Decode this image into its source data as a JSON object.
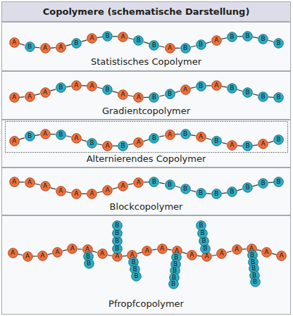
{
  "diagram": {
    "title": "Copolymere (schematische Darstellung)",
    "nodes": [
      {
        "text": [
          "Statistisches Copolymer"
        ]
      },
      {
        "text": [
          "A"
        ],
        "in": 0
      },
      {
        "text": [
          "B"
        ],
        "in": 0
      },
      {
        "text": [
          "A"
        ],
        "in": 0
      },
      {
        "text": [
          "A"
        ],
        "in": 0
      },
      {
        "text": [
          "B"
        ],
        "in": 0
      },
      {
        "text": [
          "A"
        ],
        "in": 0
      },
      {
        "text": [
          "B"
        ],
        "in": 0
      },
      {
        "text": [
          "A"
        ],
        "in": 0
      },
      {
        "text": [
          "B"
        ],
        "in": 0
      },
      {
        "text": [
          "B"
        ],
        "in": 0
      },
      {
        "text": [
          "A"
        ],
        "in": 0
      },
      {
        "text": [
          "B"
        ],
        "in": 0
      },
      {
        "text": [
          "B"
        ],
        "in": 0
      },
      {
        "text": [
          "A"
        ],
        "in": 0
      },
      {
        "text": [
          "B"
        ],
        "in": 0
      },
      {
        "text": [
          "B"
        ],
        "in": 0
      },
      {
        "text": [
          "B"
        ],
        "in": 0
      },
      {
        "text": [
          "B"
        ],
        "in": 0
      },
      {
        "text": [
          "Gradientcopolymer"
        ]
      },
      {
        "text": [
          "A"
        ],
        "in": 19
      },
      {
        "text": [
          "A"
        ],
        "in": 19
      },
      {
        "text": [
          "A"
        ],
        "in": 19
      },
      {
        "text": [
          "B"
        ],
        "in": 19
      },
      {
        "text": [
          "A"
        ],
        "in": 19
      },
      {
        "text": [
          "A"
        ],
        "in": 19
      },
      {
        "text": [
          "B"
        ],
        "in": 19
      },
      {
        "text": [
          "A"
        ],
        "in": 19
      },
      {
        "text": [
          "A"
        ],
        "in": 19
      },
      {
        "text": [
          "B"
        ],
        "in": 19
      },
      {
        "text": [
          "B"
        ],
        "in": 19
      },
      {
        "text": [
          "A"
        ],
        "in": 19
      },
      {
        "text": [
          "B"
        ],
        "in": 19
      },
      {
        "text": [
          "A"
        ],
        "in": 19
      },
      {
        "text": [
          "B"
        ],
        "in": 19
      },
      {
        "text": [
          "B"
        ],
        "in": 19
      },
      {
        "text": [
          "B"
        ],
        "in": 19
      },
      {
        "text": [
          "B"
        ],
        "in": 19
      },
      {
        "text": [
          "Alternierendes Copolymer"
        ]
      },
      {
        "text": [
          "A"
        ],
        "in": 38
      },
      {
        "text": [
          "B"
        ],
        "in": 38
      },
      {
        "text": [
          "A"
        ],
        "in": 38
      },
      {
        "text": [
          "B"
        ],
        "in": 38
      },
      {
        "text": [
          "A"
        ],
        "in": 38
      },
      {
        "text": [
          "B"
        ],
        "in": 38
      },
      {
        "text": [
          "A"
        ],
        "in": 38
      },
      {
        "text": [
          "B"
        ],
        "in": 38
      },
      {
        "text": [
          "A"
        ],
        "in": 38
      },
      {
        "text": [
          "B"
        ],
        "in": 38
      },
      {
        "text": [
          "A"
        ],
        "in": 38
      },
      {
        "text": [
          "B"
        ],
        "in": 38
      },
      {
        "text": [
          "A"
        ],
        "in": 38
      },
      {
        "text": [
          "B"
        ],
        "in": 38
      },
      {
        "text": [
          "A"
        ],
        "in": 38
      },
      {
        "text": [
          "B"
        ],
        "in": 38
      },
      {
        "text": [
          "A"
        ],
        "in": 38
      },
      {
        "text": [
          "B"
        ],
        "in": 38
      },
      {
        "text": [
          "Blockcopolymer"
        ]
      },
      {
        "text": [
          "A"
        ],
        "in": 57
      },
      {
        "text": [
          "A"
        ],
        "in": 57
      },
      {
        "text": [
          "A"
        ],
        "in": 57
      },
      {
        "text": [
          "A"
        ],
        "in": 57
      },
      {
        "text": [
          "A"
        ],
        "in": 57
      },
      {
        "text": [
          "A"
        ],
        "in": 57
      },
      {
        "text": [
          "A"
        ],
        "in": 57
      },
      {
        "text": [
          "A"
        ],
        "in": 57
      },
      {
        "text": [
          "A"
        ],
        "in": 57
      },
      {
        "text": [
          "B"
        ],
        "in": 57
      },
      {
        "text": [
          "B"
        ],
        "in": 57
      },
      {
        "text": [
          "B"
        ],
        "in": 57
      },
      {
        "text": [
          "B"
        ],
        "in": 57
      },
      {
        "text": [
          "B"
        ],
        "in": 57
      },
      {
        "text": [
          "B"
        ],
        "in": 57
      },
      {
        "text": [
          "B"
        ],
        "in": 57
      },
      {
        "text": [
          "B"
        ],
        "in": 57
      },
      {
        "text": [
          "B"
        ],
        "in": 57
      },
      {
        "text": [
          "Pfropfcopolymer"
        ]
      },
      {
        "text": [
          "A"
        ],
        "in": 76
      },
      {
        "text": [
          "A"
        ],
        "in": 76
      },
      {
        "text": [
          "A"
        ],
        "in": 76
      },
      {
        "text": [
          "A"
        ],
        "in": 76
      },
      {
        "text": [
          "A"
        ],
        "in": 76
      },
      {
        "text": [
          "A"
        ],
        "in": 76
      },
      {
        "text": [
          "A"
        ],
        "in": 76
      },
      {
        "text": [
          "A"
        ],
        "in": 76
      },
      {
        "text": [
          "A"
        ],
        "in": 76
      },
      {
        "text": [
          "A"
        ],
        "in": 76
      },
      {
        "text": [
          "A"
        ],
        "in": 76
      },
      {
        "text": [
          "A"
        ],
        "in": 76
      },
      {
        "text": [
          "A"
        ],
        "in": 76
      },
      {
        "text": [
          "A"
        ],
        "in": 76
      },
      {
        "text": [
          "A"
        ],
        "in": 76
      },
      {
        "text": [
          "A"
        ],
        "in": 76
      },
      {
        "text": [
          "A"
        ],
        "in": 76
      },
      {
        "text": [
          "A"
        ],
        "in": 76
      },
      {
        "text": [
          "A"
        ],
        "in": 76
      },
      {
        "text": [
          "B"
        ],
        "in": 76
      },
      {
        "text": [
          "B"
        ],
        "in": 76
      },
      {
        "text": [
          "B"
        ],
        "in": 76
      },
      {
        "text": [
          "B"
        ],
        "in": 76
      },
      {
        "text": [
          "B"
        ],
        "in": 76
      },
      {
        "text": [
          "B"
        ],
        "in": 76
      },
      {
        "text": [
          "B"
        ],
        "in": 76
      },
      {
        "text": [
          "B"
        ],
        "in": 76
      },
      {
        "text": [
          "B"
        ],
        "in": 76
      },
      {
        "text": [
          "B"
        ],
        "in": 76
      },
      {
        "text": [
          "B"
        ],
        "in": 76
      },
      {
        "text": [
          "B"
        ],
        "in": 76
      },
      {
        "text": [
          "B"
        ],
        "in": 76
      },
      {
        "text": [
          "B"
        ],
        "in": 76
      },
      {
        "text": [
          "B"
        ],
        "in": 76
      },
      {
        "text": [
          "B"
        ],
        "in": 76
      },
      {
        "text": [
          "B"
        ],
        "in": 76
      },
      {
        "text": [
          "B"
        ],
        "in": 76
      },
      {
        "text": [
          "B"
        ],
        "in": 76
      },
      {
        "text": [
          "B"
        ],
        "in": 76
      },
      {
        "text": [
          "B"
        ],
        "in": 76
      },
      {
        "text": [
          "B"
        ],
        "in": 76
      },
      {
        "text": [
          "B"
        ],
        "in": 76
      }
    ],
    "edges": [
      {
        "from": 1,
        "to": 2,
        "arrow": "none"
      },
      {
        "from": 2,
        "to": 3,
        "arrow": "none"
      },
      {
        "from": 3,
        "to": 4,
        "arrow": "none"
      },
      {
        "from": 4,
        "to": 5,
        "arrow": "none"
      },
      {
        "from": 5,
        "to": 6,
        "arrow": "none"
      },
      {
        "from": 6,
        "to": 7,
        "arrow": "none"
      },
      {
        "from": 7,
        "to": 8,
        "arrow": "none"
      },
      {
        "from": 8,
        "to": 9,
        "arrow": "none"
      },
      {
        "from": 9,
        "to": 10,
        "arrow": "none"
      },
      {
        "from": 10,
        "to": 11,
        "arrow": "none"
      },
      {
        "from": 11,
        "to": 12,
        "arrow": "none"
      },
      {
        "from": 12,
        "to": 13,
        "arrow": "none"
      },
      {
        "from": 13,
        "to": 14,
        "arrow": "none"
      },
      {
        "from": 14,
        "to": 15,
        "arrow": "none"
      },
      {
        "from": 15,
        "to": 16,
        "arrow": "none"
      },
      {
        "from": 16,
        "to": 17,
        "arrow": "none"
      },
      {
        "from": 17,
        "to": 18,
        "arrow": "none"
      },
      {
        "from": 20,
        "to": 21,
        "arrow": "none"
      },
      {
        "from": 21,
        "to": 22,
        "arrow": "none"
      },
      {
        "from": 22,
        "to": 23,
        "arrow": "none"
      },
      {
        "from": 23,
        "to": 24,
        "arrow": "none"
      },
      {
        "from": 24,
        "to": 25,
        "arrow": "none"
      },
      {
        "from": 25,
        "to": 26,
        "arrow": "none"
      },
      {
        "from": 26,
        "to": 27,
        "arrow": "none"
      },
      {
        "from": 27,
        "to": 28,
        "arrow": "none"
      },
      {
        "from": 28,
        "to": 29,
        "arrow": "none"
      },
      {
        "from": 29,
        "to": 30,
        "arrow": "none"
      },
      {
        "from": 30,
        "to": 31,
        "arrow": "none"
      },
      {
        "from": 31,
        "to": 32,
        "arrow": "none"
      },
      {
        "from": 32,
        "to": 33,
        "arrow": "none"
      },
      {
        "from": 33,
        "to": 34,
        "arrow": "none"
      },
      {
        "from": 34,
        "to": 35,
        "arrow": "none"
      },
      {
        "from": 35,
        "to": 36,
        "arrow": "none"
      },
      {
        "from": 36,
        "to": 37,
        "arrow": "none"
      },
      {
        "from": 39,
        "to": 40,
        "arrow": "none"
      },
      {
        "from": 40,
        "to": 41,
        "arrow": "none"
      },
      {
        "from": 41,
        "to": 42,
        "arrow": "none"
      },
      {
        "from": 42,
        "to": 43,
        "arrow": "none"
      },
      {
        "from": 43,
        "to": 44,
        "arrow": "none"
      },
      {
        "from": 44,
        "to": 45,
        "arrow": "none"
      },
      {
        "from": 45,
        "to": 46,
        "arrow": "none"
      },
      {
        "from": 46,
        "to": 47,
        "arrow": "none"
      },
      {
        "from": 47,
        "to": 48,
        "arrow": "none"
      },
      {
        "from": 48,
        "to": 49,
        "arrow": "none"
      },
      {
        "from": 49,
        "to": 50,
        "arrow": "none"
      },
      {
        "from": 50,
        "to": 51,
        "arrow": "none"
      },
      {
        "from": 51,
        "to": 52,
        "arrow": "none"
      },
      {
        "from": 52,
        "to": 53,
        "arrow": "none"
      },
      {
        "from": 53,
        "to": 54,
        "arrow": "none"
      },
      {
        "from": 54,
        "to": 55,
        "arrow": "none"
      },
      {
        "from": 55,
        "to": 56,
        "arrow": "none"
      },
      {
        "from": 58,
        "to": 59,
        "arrow": "none"
      },
      {
        "from": 59,
        "to": 60,
        "arrow": "none"
      },
      {
        "from": 60,
        "to": 61,
        "arrow": "none"
      },
      {
        "from": 61,
        "to": 62,
        "arrow": "none"
      },
      {
        "from": 62,
        "to": 63,
        "arrow": "none"
      },
      {
        "from": 63,
        "to": 64,
        "arrow": "none"
      },
      {
        "from": 64,
        "to": 65,
        "arrow": "none"
      },
      {
        "from": 65,
        "to": 66,
        "arrow": "none"
      },
      {
        "from": 66,
        "to": 67,
        "arrow": "none"
      },
      {
        "from": 67,
        "to": 68,
        "arrow": "none"
      },
      {
        "from": 68,
        "to": 69,
        "arrow": "none"
      },
      {
        "from": 69,
        "to": 70,
        "arrow": "none"
      },
      {
        "from": 70,
        "to": 71,
        "arrow": "none"
      },
      {
        "from": 71,
        "to": 72,
        "arrow": "none"
      },
      {
        "from": 72,
        "to": 73,
        "arrow": "none"
      },
      {
        "from": 73,
        "to": 74,
        "arrow": "none"
      },
      {
        "from": 74,
        "to": 75,
        "arrow": "none"
      },
      {
        "from": 77,
        "to": 78,
        "arrow": "none"
      },
      {
        "from": 78,
        "to": 79,
        "arrow": "none"
      },
      {
        "from": 79,
        "to": 80,
        "arrow": "none"
      },
      {
        "from": 80,
        "to": 81,
        "arrow": "none"
      },
      {
        "from": 81,
        "to": 82,
        "arrow": "none"
      },
      {
        "from": 82,
        "to": 83,
        "arrow": "none"
      },
      {
        "from": 83,
        "to": 84,
        "arrow": "none"
      },
      {
        "from": 84,
        "to": 85,
        "arrow": "none"
      },
      {
        "from": 85,
        "to": 86,
        "arrow": "none"
      },
      {
        "from": 86,
        "to": 87,
        "arrow": "none"
      },
      {
        "from": 87,
        "to": 88,
        "arrow": "none"
      },
      {
        "from": 88,
        "to": 89,
        "arrow": "none"
      },
      {
        "from": 89,
        "to": 90,
        "arrow": "none"
      },
      {
        "from": 90,
        "to": 91,
        "arrow": "none"
      },
      {
        "from": 91,
        "to": 92,
        "arrow": "none"
      },
      {
        "from": 92,
        "to": 93,
        "arrow": "none"
      },
      {
        "from": 93,
        "to": 94,
        "arrow": "none"
      },
      {
        "from": 94,
        "to": 95,
        "arrow": "none"
      },
      {
        "from": 82,
        "to": 96,
        "arrow": "none"
      },
      {
        "from": 96,
        "to": 97,
        "arrow": "none"
      },
      {
        "from": 84,
        "to": 98,
        "arrow": "none"
      },
      {
        "from": 98,
        "to": 99,
        "arrow": "none"
      },
      {
        "from": 99,
        "to": 100,
        "arrow": "none"
      },
      {
        "from": 100,
        "to": 101,
        "arrow": "none"
      },
      {
        "from": 85,
        "to": 102,
        "arrow": "none"
      },
      {
        "from": 102,
        "to": 103,
        "arrow": "none"
      },
      {
        "from": 103,
        "to": 104,
        "arrow": "none"
      },
      {
        "from": 88,
        "to": 105,
        "arrow": "none"
      },
      {
        "from": 105,
        "to": 106,
        "arrow": "none"
      },
      {
        "from": 106,
        "to": 107,
        "arrow": "none"
      },
      {
        "from": 107,
        "to": 108,
        "arrow": "none"
      },
      {
        "from": 108,
        "to": 109,
        "arrow": "none"
      },
      {
        "from": 90,
        "to": 110,
        "arrow": "none"
      },
      {
        "from": 110,
        "to": 111,
        "arrow": "none"
      },
      {
        "from": 111,
        "to": 112,
        "arrow": "none"
      },
      {
        "from": 112,
        "to": 113,
        "arrow": "none"
      },
      {
        "from": 93,
        "to": 114,
        "arrow": "none"
      },
      {
        "from": 114,
        "to": 115,
        "arrow": "none"
      },
      {
        "from": 115,
        "to": 116,
        "arrow": "none"
      },
      {
        "from": 116,
        "to": 117,
        "arrow": "none"
      },
      {
        "from": 117,
        "to": 118,
        "arrow": "none"
      }
    ]
  }
}
